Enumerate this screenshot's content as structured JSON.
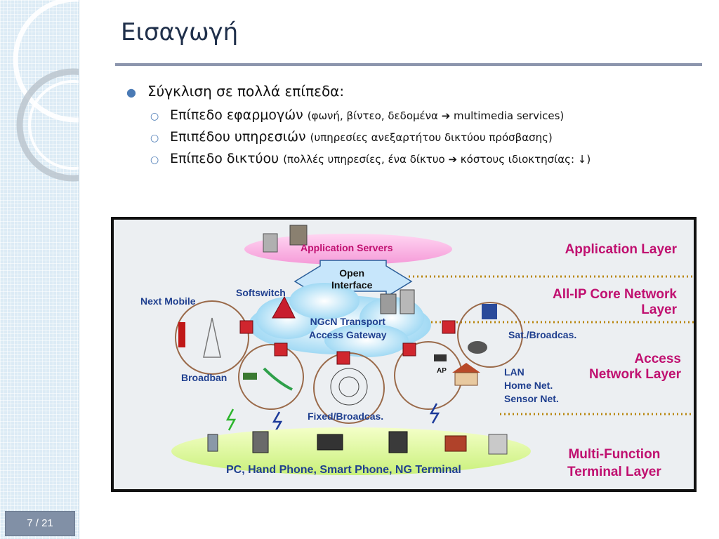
{
  "slide": {
    "title": "Εισαγωγή",
    "page_indicator": "7 / 21",
    "bullets": {
      "main": "Σύγκλιση σε πολλά επίπεδα:",
      "subitems": [
        {
          "main": "Επίπεδο εφαρμογών",
          "paren_open": "(φωνή, βίντεο, δεδομένα ",
          "arrow": "➔",
          "paren_close": " multimedia services)"
        },
        {
          "main": "Επιπέδου υπηρεσιών",
          "paren": "(υπηρεσίες ανεξαρτήτου δικτύου πρόσβασης)"
        },
        {
          "main": "Επίπεδο δικτύου",
          "paren_open": "(πολλές υπηρεσίες, ένα δίκτυο ",
          "arrow": "➔",
          "paren_close": " κόστους ιδιοκτησίας: ↓)"
        }
      ]
    }
  },
  "diagram": {
    "app_servers": "Application Servers",
    "open_interface_line1": "Open",
    "open_interface_line2": "Interface",
    "softswitch": "Softswitch",
    "ngcn_line1": "NGcN Transport",
    "ngcn_line2": "Access Gateway",
    "next_mobile": "Next Mobile",
    "broadband": "Broadban",
    "fixed_broadcast": "Fixed/Broadcas.",
    "sat_broadcast": "Sat./Broadcas.",
    "lan": "LAN",
    "home_net": "Home Net.",
    "sensor_net": "Sensor Net.",
    "ap": "AP",
    "terminals": "PC, Hand Phone, Smart Phone, NG Terminal",
    "layers": {
      "application": "Application Layer",
      "core_line1": "All-IP Core Network",
      "core_line2": "Layer",
      "access_line1": "Access",
      "access_line2": "Network Layer",
      "terminal_line1": "Multi-Function",
      "terminal_line2": "Terminal Layer"
    }
  },
  "colors": {
    "accent_blue": "#1f3f8f",
    "layer_magenta": "#c01070",
    "rule": "#8c95ad",
    "badge": "#8190a6"
  }
}
